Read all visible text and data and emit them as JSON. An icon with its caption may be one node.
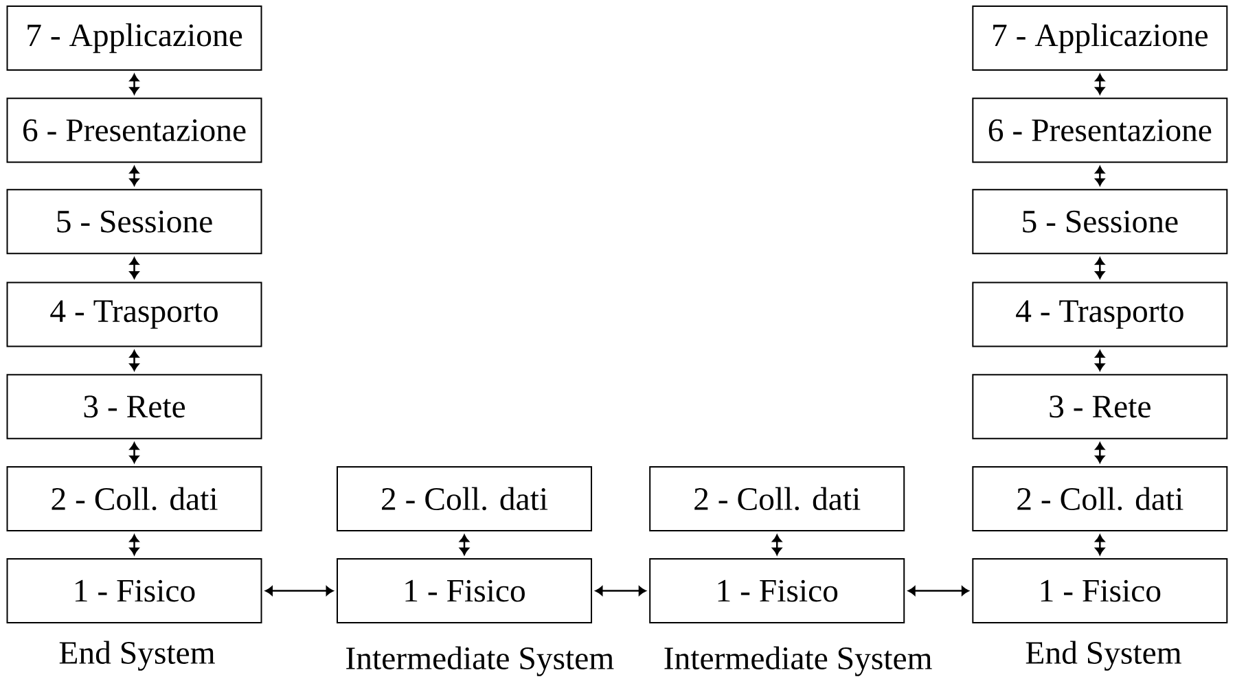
{
  "diagram": {
    "nodes": [
      {
        "text": [
          "7 - Applicazione"
        ]
      },
      {
        "text": [
          "6 - Presentazione"
        ]
      },
      {
        "text": [
          "5 - Sessione"
        ]
      },
      {
        "text": [
          "4 - Trasporto"
        ]
      },
      {
        "text": [
          "3 - Rete"
        ]
      },
      {
        "text": [
          "2 - Coll. dati"
        ]
      },
      {
        "text": [
          "1 - Fisico"
        ]
      },
      {
        "text": [
          "2 - Coll. dati"
        ]
      },
      {
        "text": [
          "1 - Fisico"
        ]
      },
      {
        "text": [
          "2 - Coll. dati"
        ]
      },
      {
        "text": [
          "1 - Fisico"
        ]
      },
      {
        "text": [
          "7 - Applicazione"
        ]
      },
      {
        "text": [
          "6 - Presentazione"
        ]
      },
      {
        "text": [
          "5 - Sessione"
        ]
      },
      {
        "text": [
          "4 - Trasporto"
        ]
      },
      {
        "text": [
          "3 - Rete"
        ]
      },
      {
        "text": [
          "2 - Coll. dati"
        ]
      },
      {
        "text": [
          "1 - Fisico"
        ]
      }
    ],
    "edges": [
      {
        "from": 0,
        "to": 1,
        "arrow": "both"
      },
      {
        "from": 1,
        "to": 2,
        "arrow": "both"
      },
      {
        "from": 2,
        "to": 3,
        "arrow": "both"
      },
      {
        "from": 3,
        "to": 4,
        "arrow": "both"
      },
      {
        "from": 4,
        "to": 5,
        "arrow": "both"
      },
      {
        "from": 5,
        "to": 6,
        "arrow": "both"
      },
      {
        "from": 7,
        "to": 8,
        "arrow": "both"
      },
      {
        "from": 9,
        "to": 10,
        "arrow": "both"
      },
      {
        "from": 11,
        "to": 12,
        "arrow": "both"
      },
      {
        "from": 12,
        "to": 13,
        "arrow": "both"
      },
      {
        "from": 13,
        "to": 14,
        "arrow": "both"
      },
      {
        "from": 14,
        "to": 15,
        "arrow": "both"
      },
      {
        "from": 15,
        "to": 16,
        "arrow": "both"
      },
      {
        "from": 16,
        "to": 17,
        "arrow": "both"
      },
      {
        "from": 6,
        "to": 8,
        "arrow": "both"
      },
      {
        "from": 8,
        "to": 10,
        "arrow": "both"
      },
      {
        "from": 10,
        "to": 17,
        "arrow": "both"
      }
    ],
    "labels": [
      "End System",
      "Intermediate System",
      "Intermediate System",
      "End System"
    ]
  }
}
